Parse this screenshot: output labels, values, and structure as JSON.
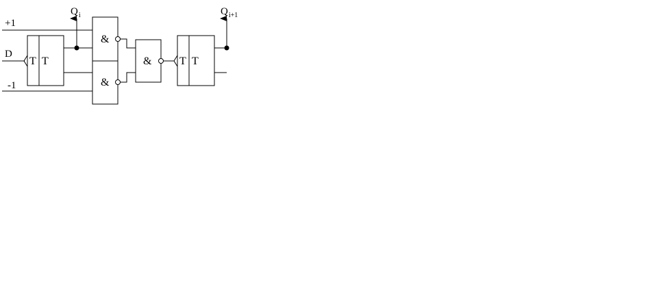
{
  "diagram": {
    "inputs": {
      "plus_one": "+1",
      "data": "D",
      "minus_one": "-1"
    },
    "trigger_label": "T",
    "and_label": "&",
    "outputs": {
      "q_i_main": "Q",
      "q_i_sub": "i",
      "q_next_main": "Q",
      "q_next_sub": "i+1"
    }
  }
}
